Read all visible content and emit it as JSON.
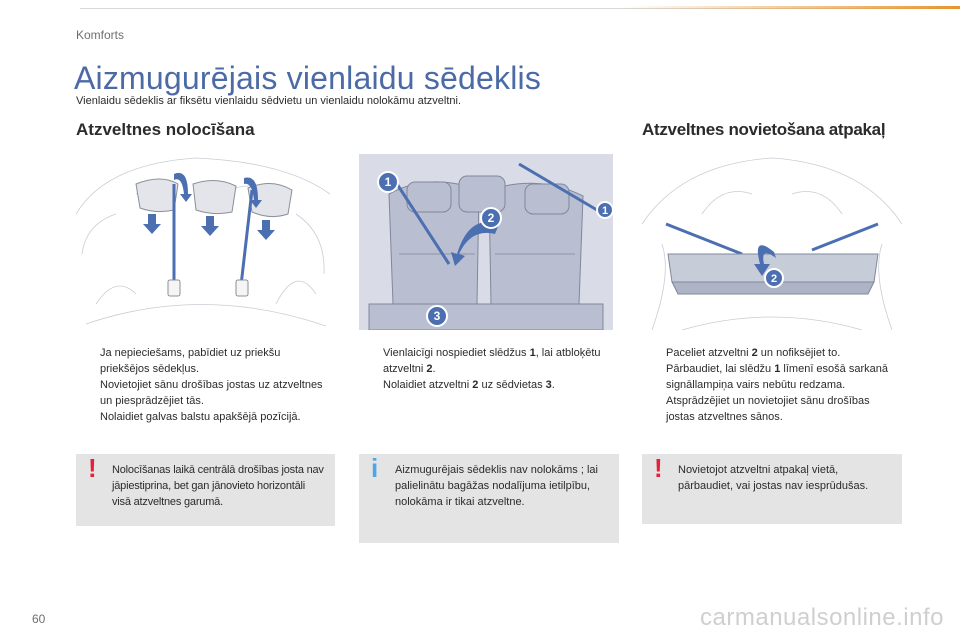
{
  "header": {
    "section_label": "Komforts"
  },
  "page": {
    "title": "Aizmugurējais vienlaidu sēdeklis",
    "subtitle": "Vienlaidu sēdeklis ar fiksētu vienlaidu sēdvietu un vienlaidu nolokāmu atzveltni."
  },
  "left_heading": "Atzveltnes nolocīšana",
  "right_heading": "Atzveltnes novietošana atpakaļ",
  "figures": {
    "fig2_callouts": [
      "1",
      "2",
      "3",
      "1"
    ],
    "fig3_callouts": [
      "2"
    ]
  },
  "steps_col1": [
    "Ja nepieciešams, pabīdiet uz priekšu priekšējos sēdekļus.",
    "Novietojiet sānu drošības jostas uz atzveltnes un piesprādzējiet tās.",
    "Nolaidiet galvas balstu apakšējā pozīcijā."
  ],
  "steps_col2": {
    "item1": {
      "a": "Vienlaicīgi nospiediet slēdžus ",
      "b": "1",
      "c": ", lai atbloķētu atzveltni ",
      "d": "2",
      "e": "."
    },
    "item2": {
      "a": "Nolaidiet atzveltni ",
      "b": "2",
      "c": " uz sēdvietas ",
      "d": "3",
      "e": "."
    }
  },
  "steps_col3": {
    "item1": {
      "a": "Paceliet atzveltni ",
      "b": "2",
      "c": " un nofiksējiet to."
    },
    "item2": {
      "a": "Pārbaudiet, lai slēdžu ",
      "b": "1",
      "c": " līmenī esošā sarkanā signāllampiņa vairs nebūtu redzama."
    },
    "item3": "Atsprādzējiet un novietojiet sānu drošības jostas atzveltnes sānos."
  },
  "bullet_glyph": "",
  "notes": {
    "warning_mark": "!",
    "info_mark": "i",
    "note1": "Nolocīšanas laikā centrālā drošības josta nav jāpiestiprina, bet gan jānovieto horizontāli visā atzveltnes garumā.",
    "note2": "Aizmugurējais sēdeklis nav nolokāms ; lai palielinātu bagāžas nodalījuma ietilpību, nolokāma ir tikai atzveltne.",
    "note3": "Novietojot atzveltni atpakaļ vietā, pārbaudiet, vai jostas nav iesprūdušas."
  },
  "footer": {
    "page_number": "60",
    "watermark": "carmanualsonline.info"
  },
  "colors": {
    "title_blue": "#4c6aa6",
    "accent_orange": "#e89530",
    "warning_red": "#e5203a",
    "info_blue": "#4da6e8",
    "callout_blue": "#4b6fb0",
    "note_bg": "#e4e4e4"
  }
}
